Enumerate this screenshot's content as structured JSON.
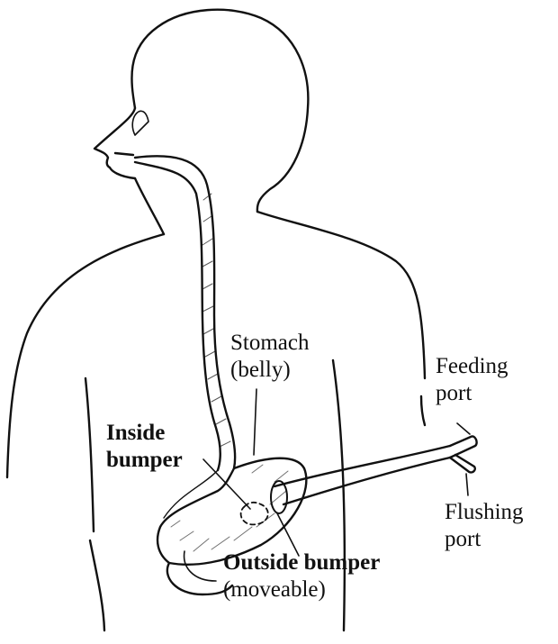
{
  "labels": {
    "stomach": {
      "line1": "Stomach",
      "line2": "(belly)"
    },
    "feeding_port": {
      "line1": "Feeding",
      "line2": "port"
    },
    "inside_bumper": {
      "line1": "Inside",
      "line2": "bumper"
    },
    "flushing_port": {
      "line1": "Flushing",
      "line2": "port"
    },
    "outside_bumper": {
      "line1": "Outside bumper",
      "line2": "(moveable)"
    }
  },
  "colors": {
    "ink": "#111111",
    "background": "#ffffff"
  }
}
